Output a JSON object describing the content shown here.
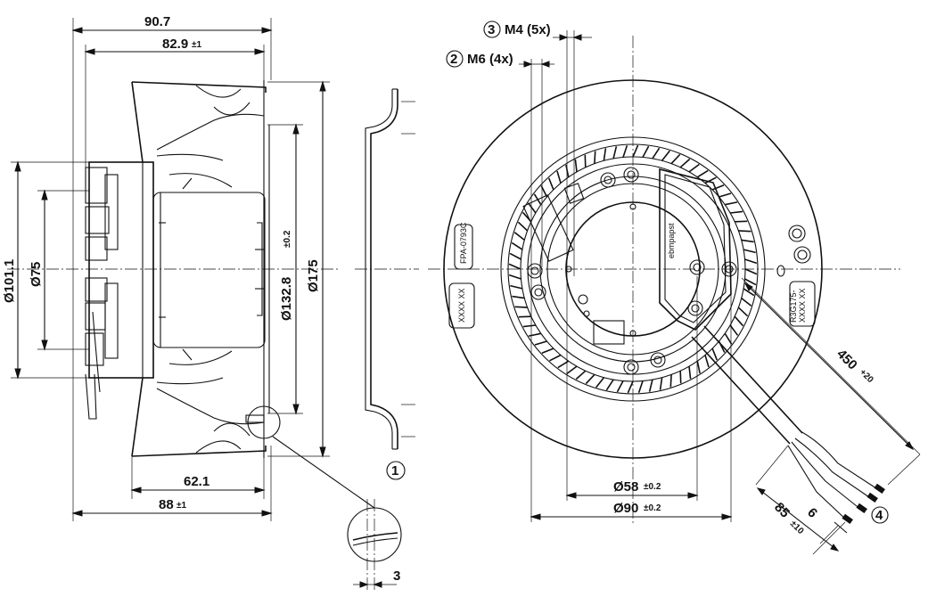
{
  "side_view": {
    "dim_overall_width": "90.7",
    "dim_width_tol": "82.9",
    "dim_width_tol_value": "±1",
    "dim_diameter_101": "Ø101.1",
    "dim_diameter_75": "Ø75",
    "dim_diameter_132": "Ø132.8",
    "dim_diameter_132_tol": "±0.2",
    "dim_diameter_175": "Ø175",
    "dim_depth_62": "62.1",
    "dim_depth_88": "88",
    "dim_depth_88_tol": "±1"
  },
  "inlet_ring_view": {
    "callout_1": "1",
    "dim_detail_3": "3"
  },
  "front_view": {
    "callout_3": "3",
    "thread_m4": "M4 (5x)",
    "callout_2": "2",
    "thread_m6": "M6 (4x)",
    "dim_diameter_58": "Ø58",
    "dim_diameter_58_tol": "±0.2",
    "dim_diameter_90": "Ø90",
    "dim_diameter_90_tol": "±0.2",
    "dim_cable_450": "450",
    "dim_cable_450_tol": "+20",
    "dim_strip_85": "85",
    "dim_strip_85_tol": "±10",
    "dim_strip_6": "6",
    "callout_4": "4",
    "brand_mark": "ebmpapst",
    "label_left": "XXXX XX",
    "label_right": "XXXX XX",
    "label_part_left": "FPA-0793C",
    "label_part_right": "R3G175-"
  }
}
